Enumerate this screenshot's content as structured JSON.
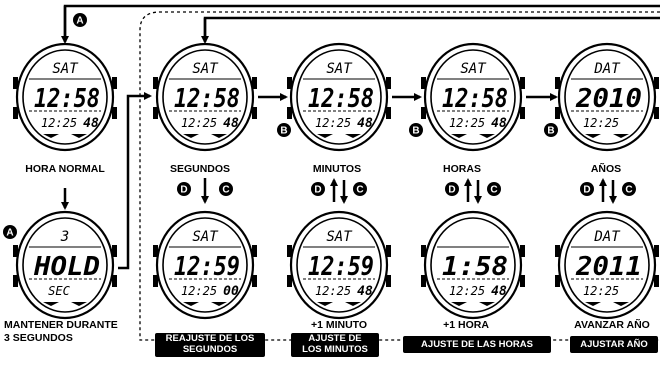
{
  "labels": {
    "hora_normal": "HORA NORMAL",
    "segundos": "SEGUNDOS",
    "minutos": "MINUTOS",
    "horas": "HORAS",
    "anos": "AÑOS",
    "mantener_line1": "MANTENER DURANTE",
    "mantener_line2": "3 SEGUNDOS",
    "plus_minuto": "+1 MINUTO",
    "plus_hora": "+1 HORA",
    "avanzar_ano": "AVANZAR AÑO"
  },
  "banners": {
    "reajuste_line1": "REAJUSTE DE LOS",
    "reajuste_line2": "SEGUNDOS",
    "ajuste_min_line1": "AJUSTE DE",
    "ajuste_min_line2": "LOS MINUTOS",
    "ajuste_horas": "AJUSTE DE LAS HORAS",
    "ajustar_ano": "AJUSTAR AÑO"
  },
  "buttons": {
    "a": "A",
    "b": "B",
    "c": "C",
    "d": "D"
  },
  "watches": {
    "normal": {
      "top": "SAT",
      "main": "12:58",
      "bottom": "12:25",
      "secs": "48"
    },
    "hold": {
      "top": "3",
      "main": "HOLD",
      "bottom": "SEC",
      "secs": ""
    },
    "segundos": {
      "top": "SAT",
      "main": "12:58",
      "bottom": "12:25",
      "secs": "48"
    },
    "minutos": {
      "top": "SAT",
      "main": "12:58",
      "bottom": "12:25",
      "secs": "48"
    },
    "horas": {
      "top": "SAT",
      "main": "12:58",
      "bottom": "12:25",
      "secs": "48"
    },
    "anos": {
      "top": "DAT",
      "main": "2010",
      "bottom": "12:25",
      "secs": ""
    },
    "seg_set": {
      "top": "SAT",
      "main": "12:59",
      "bottom": "12:25",
      "secs": "00"
    },
    "min_set": {
      "top": "SAT",
      "main": "12:59",
      "bottom": "12:25",
      "secs": "48"
    },
    "hora_set": {
      "top": "",
      "main": "1:58",
      "bottom": "12:25",
      "secs": "48"
    },
    "ano_set": {
      "top": "DAT",
      "main": "2011",
      "bottom": "12:25",
      "secs": ""
    }
  }
}
